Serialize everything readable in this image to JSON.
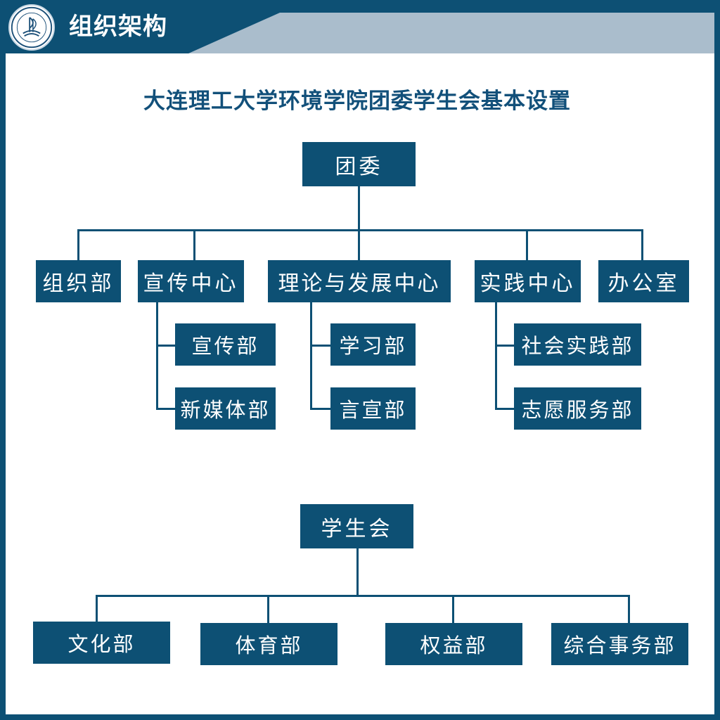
{
  "header": {
    "title": "组织架构",
    "logo_icon": "university-seal-icon"
  },
  "diagram": {
    "title": "大连理工大学环境学院团委学生会基本设置",
    "youth_league": {
      "root": "团委",
      "departments": [
        {
          "label": "组织部",
          "children": []
        },
        {
          "label": "宣传中心",
          "children": [
            "宣传部",
            "新媒体部"
          ]
        },
        {
          "label": "理论与发展中心",
          "children": [
            "学习部",
            "言宣部"
          ]
        },
        {
          "label": "实践中心",
          "children": [
            "社会实践部",
            "志愿服务部"
          ]
        },
        {
          "label": "办公室",
          "children": []
        }
      ]
    },
    "student_union": {
      "root": "学生会",
      "departments": [
        "文化部",
        "体育部",
        "权益部",
        "综合事务部"
      ]
    }
  },
  "colors": {
    "primary": "#0d5074",
    "header_band": "#aabdcc",
    "background": "#ffffff",
    "title_text": "#12507a"
  }
}
